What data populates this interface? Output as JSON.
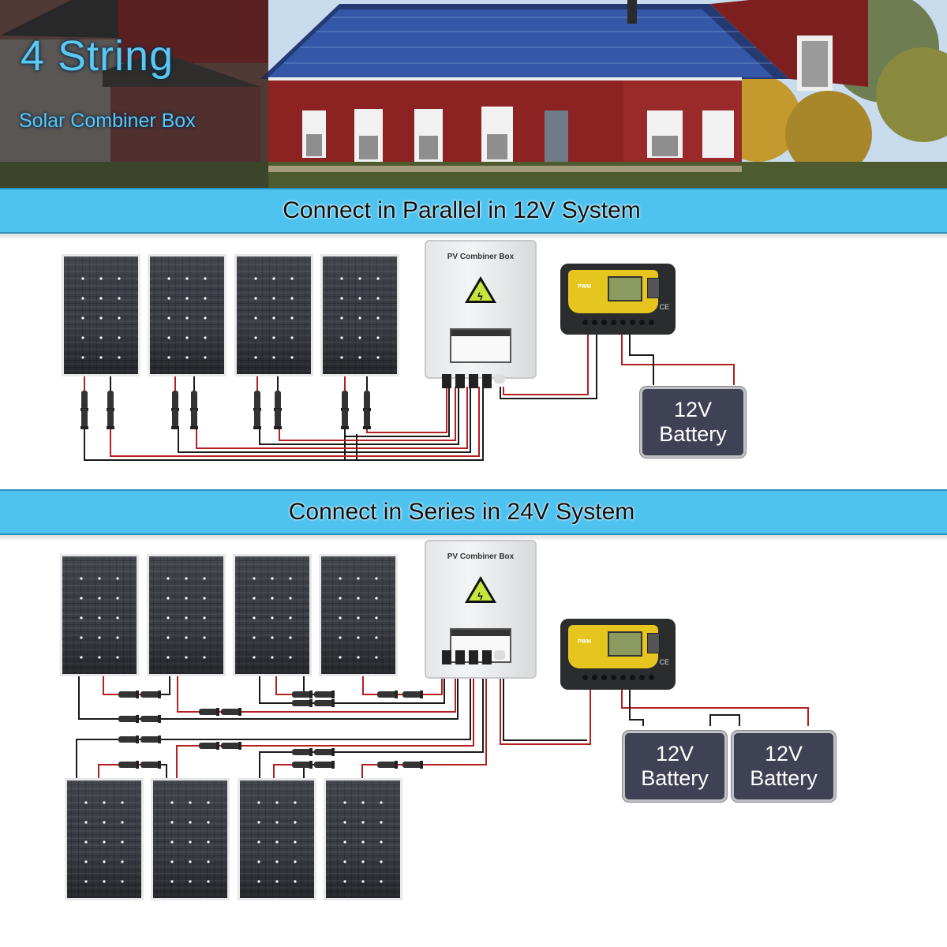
{
  "hero": {
    "title": "4 String",
    "subtitle": "Solar Combiner Box",
    "scene": "red-farmhouse-with-rooftop-solar-panels"
  },
  "sections": [
    {
      "heading": "Connect in Parallel in 12V System",
      "panel_count": 4,
      "combiner_label": "PV Combiner Box",
      "controller_label": "PWM",
      "controller_mark": "CE",
      "batteries": [
        {
          "voltage": "12V",
          "label": "Battery"
        }
      ]
    },
    {
      "heading": "Connect in Series in 24V System",
      "panel_count": 8,
      "combiner_label": "PV Combiner Box",
      "controller_label": "PWM",
      "controller_mark": "CE",
      "batteries": [
        {
          "voltage": "12V",
          "label": "Battery"
        },
        {
          "voltage": "12V",
          "label": "Battery"
        }
      ]
    }
  ],
  "colors": {
    "band": "#4fc3ef",
    "title_cyan": "#5cc8f2",
    "wire_positive": "#b3201f",
    "wire_negative": "#1a1a1a",
    "battery_fill": "#3f4154",
    "controller_yellow": "#e5c51e",
    "panel_cells": "#2e3036"
  }
}
